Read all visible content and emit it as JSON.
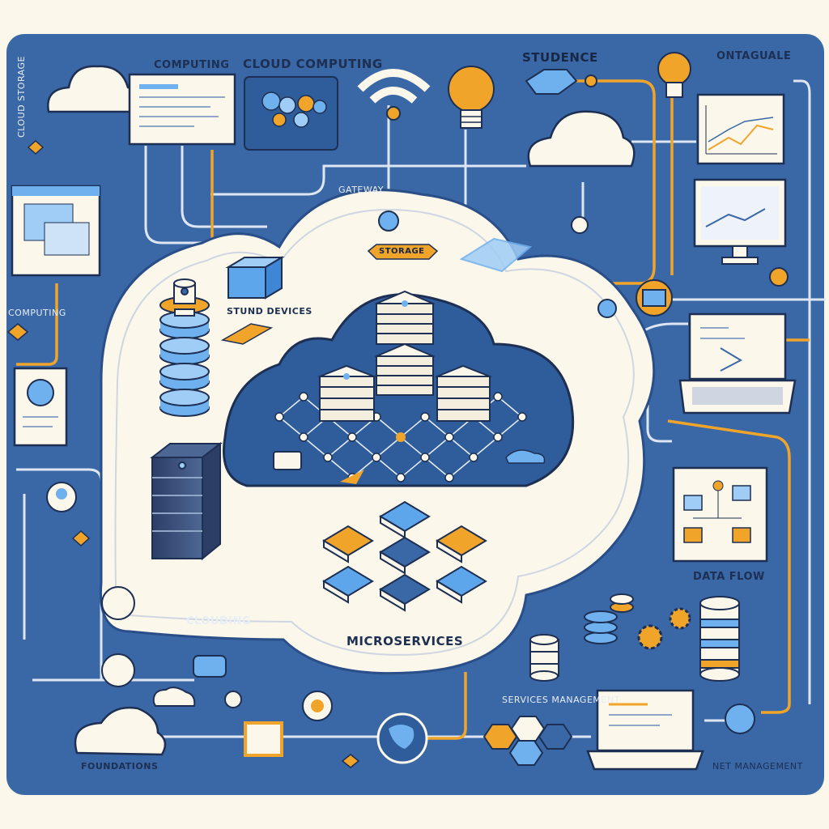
{
  "labels": {
    "computing": "COMPUTING",
    "cloud_computing": "CLOUD COMPUTING",
    "studence": "STUDENCE",
    "ontaguale": "ONTAGUALE",
    "storage_banner": "STORAGE",
    "storage_devices": "STUND DEVICES",
    "data_flow": "DATA FLOW",
    "microservices": "MICROSERVICES",
    "clouding": "CLOUDING",
    "foundations": "FOUNDATIONS",
    "gateway_note": "GATEWAY",
    "net_management": "NET MANAGEMENT",
    "services_bottom": "SERVICES MANAGEMENT",
    "side_left": "COMPUTING",
    "side_left2": "CLOUD STORAGE"
  },
  "colors": {
    "panel": "#3a67a6",
    "panel_dark": "#2a4f88",
    "cream": "#fbf7ea",
    "orange": "#f0a52a",
    "light_blue": "#6fb0ef",
    "navy": "#1d2f52",
    "line": "#dfe7f2"
  }
}
